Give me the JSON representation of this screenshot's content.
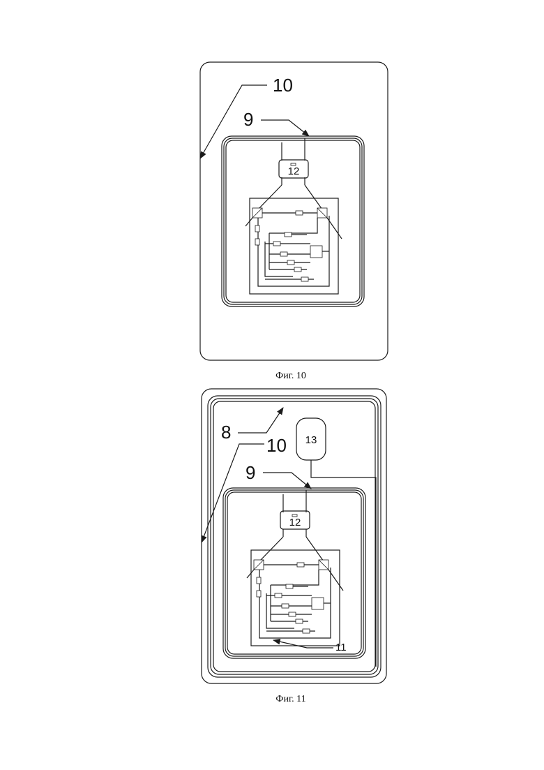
{
  "figures": [
    {
      "caption": "Фиг. 10",
      "labels": {
        "card_body": "10",
        "antenna": "9",
        "chip_module": "12"
      }
    },
    {
      "caption": "Фиг. 11",
      "labels": {
        "outer_antenna": "8",
        "card_body": "10",
        "battery": "13",
        "antenna": "9",
        "chip_module": "12",
        "circuit_frame": "11"
      }
    }
  ]
}
